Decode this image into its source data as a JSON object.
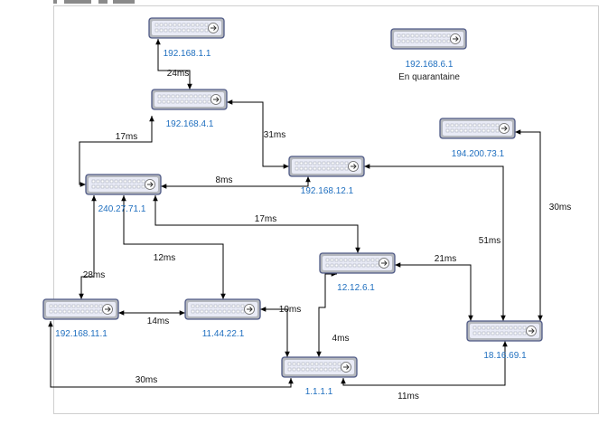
{
  "colors": {
    "node_body": "#b4b7bd",
    "node_border": "#4f5a86",
    "node_plate": "#e9ebf6",
    "ip_text": "#1f6fbf",
    "link": "#000000"
  },
  "icon": "network-switch-icon",
  "nodes": [
    {
      "id": "n1",
      "label": "192.168.1.1"
    },
    {
      "id": "n2",
      "label": "192.168.6.1",
      "note": "En quarantaine"
    },
    {
      "id": "n3",
      "label": "192.168.4.1"
    },
    {
      "id": "n4",
      "label": "194.200.73.1"
    },
    {
      "id": "n5",
      "label": "192.168.12.1"
    },
    {
      "id": "n6",
      "label": "240.27.71.1"
    },
    {
      "id": "n7",
      "label": "12.12.6.1"
    },
    {
      "id": "n8",
      "label": "192.168.11.1"
    },
    {
      "id": "n9",
      "label": "11.44.22.1"
    },
    {
      "id": "n10",
      "label": "18.16.69.1"
    },
    {
      "id": "n11",
      "label": "1.1.1.1"
    }
  ],
  "links": [
    {
      "from": "n1",
      "to": "n3",
      "latency": "24ms"
    },
    {
      "from": "n3",
      "to": "n6",
      "latency": "17ms"
    },
    {
      "from": "n3",
      "to": "n5",
      "latency": "31ms"
    },
    {
      "from": "n6",
      "to": "n5",
      "latency": "8ms"
    },
    {
      "from": "n6",
      "to": "n7",
      "latency": "17ms"
    },
    {
      "from": "n6",
      "to": "n9",
      "latency": "12ms"
    },
    {
      "from": "n6",
      "to": "n8",
      "latency": "28ms"
    },
    {
      "from": "n8",
      "to": "n9",
      "latency": "14ms"
    },
    {
      "from": "n9",
      "to": "n11",
      "latency": "10ms"
    },
    {
      "from": "n7",
      "to": "n11",
      "latency": "4ms"
    },
    {
      "from": "n7",
      "to": "n10",
      "latency": "21ms"
    },
    {
      "from": "n5",
      "to": "n10",
      "latency": "51ms"
    },
    {
      "from": "n4",
      "to": "n10",
      "latency": "30ms"
    },
    {
      "from": "n8",
      "to": "n11",
      "latency": "30ms"
    },
    {
      "from": "n11",
      "to": "n10",
      "latency": "11ms"
    }
  ]
}
